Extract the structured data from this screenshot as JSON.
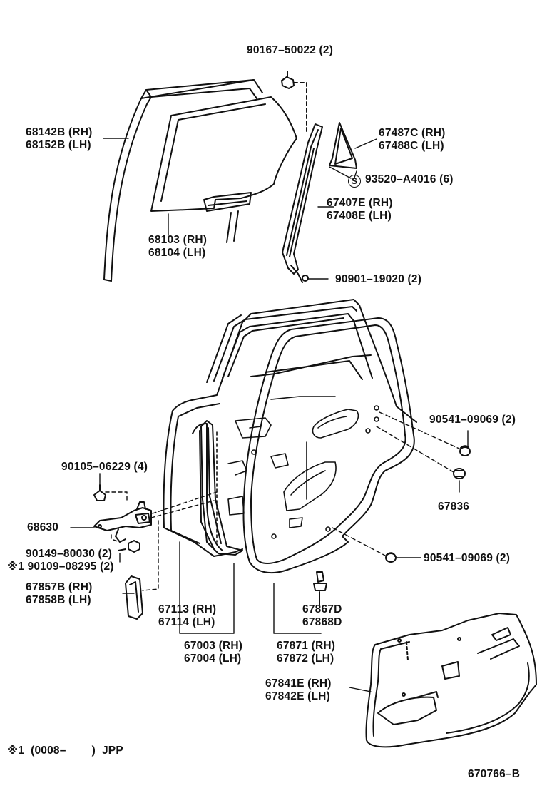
{
  "labels": {
    "p90167": "90167–50022 (2)",
    "p68142": [
      "68142B (RH)",
      "68152B (LH)"
    ],
    "p67487": [
      "67487C (RH)",
      "67488C (LH)"
    ],
    "p93520_symbol": "S",
    "p93520": "93520–A4016 (6)",
    "p67407": [
      "67407E (RH)",
      "67408E (LH)"
    ],
    "p68103": [
      "68103 (RH)",
      "68104 (LH)"
    ],
    "p90901": "90901–19020 (2)",
    "p90541a": "90541–09069 (2)",
    "p90105": "90105–06229 (4)",
    "p67836": "67836",
    "p68630": "68630",
    "p90149": "90149–80030 (2)",
    "p90109": "※1 90109–08295 (2)",
    "p90541b": "90541–09069 (2)",
    "p67857": [
      "67857B (RH)",
      "67858B (LH)"
    ],
    "p67113": [
      "67113 (RH)",
      "67114 (LH)"
    ],
    "p67867": [
      "67867D",
      "67868D"
    ],
    "p67003": [
      "67003 (RH)",
      "67004 (LH)"
    ],
    "p67871": [
      "67871 (RH)",
      "67872 (LH)"
    ],
    "p67841": [
      "67841E (RH)",
      "67842E (LH)"
    ],
    "footnote": "※1  (0008–        )  JPP",
    "figure_code": "670766–B"
  }
}
